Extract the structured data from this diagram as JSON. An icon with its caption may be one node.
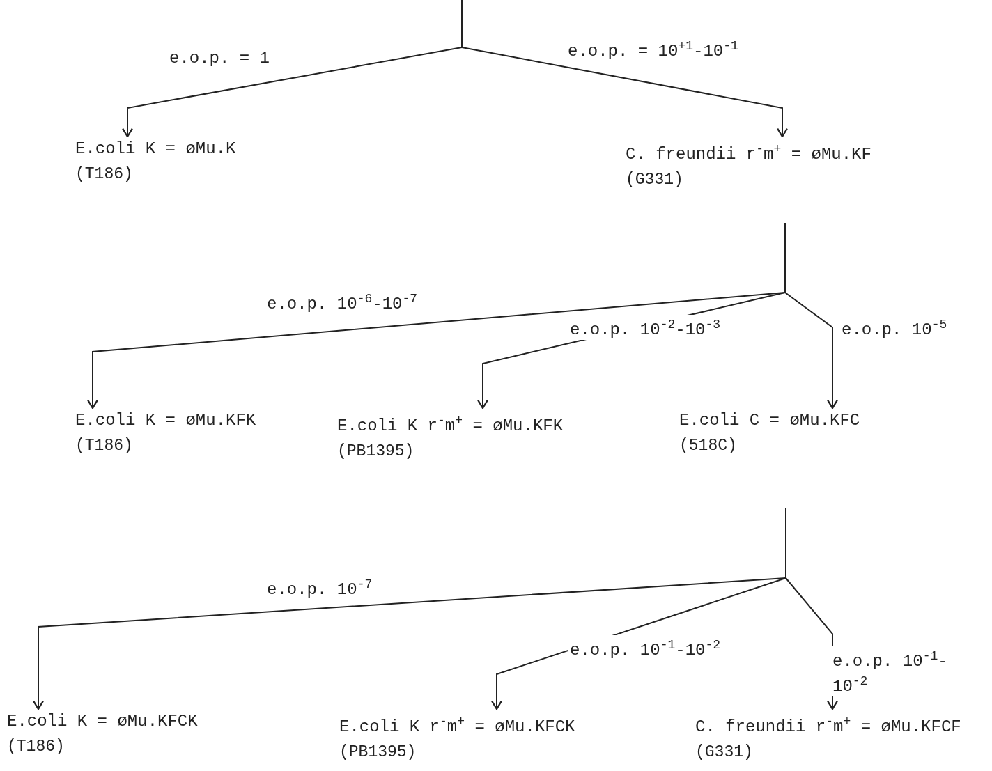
{
  "diagram": {
    "nodes": [
      {
        "text": [
          "E.coli K = øMu.K",
          "(T186)"
        ]
      },
      {
        "text": [
          "C. freundii r$^{-}$m$^{+}$ = øMu.KF",
          "(G331)"
        ]
      },
      {
        "text": [
          "E.coli K = øMu.KFK",
          "(T186)"
        ]
      },
      {
        "text": [
          "E.coli K r$^{-}$m$^{+}$ = øMu.KFK",
          "(PB1395)"
        ]
      },
      {
        "text": [
          "E.coli C = øMu.KFC",
          "(518C)"
        ]
      },
      {
        "text": [
          "E.coli K = øMu.KFCK",
          "(T186)"
        ]
      },
      {
        "text": [
          "E.coli K r$^{-}$m$^{+}$ = øMu.KFCK",
          "(PB1395)"
        ]
      },
      {
        "text": [
          "C. freundii r$^{-}$m$^{+}$ = øMu.KFCF",
          "(G331)"
        ]
      }
    ],
    "edges": [
      {
        "from": null,
        "to": 0,
        "arrow": "to",
        "label": "e.o.p. = 1"
      },
      {
        "from": null,
        "to": 1,
        "arrow": "to",
        "label": "e.o.p. = 10$^{+1}$-10$^{-1}$"
      },
      {
        "from": null,
        "to": 2,
        "arrow": "to",
        "label": "e.o.p. 10$^{-6}$-10$^{-7}$"
      },
      {
        "from": null,
        "to": 3,
        "arrow": "to",
        "label": "e.o.p. 10$^{-2}$-10$^{-3}$"
      },
      {
        "from": null,
        "to": 4,
        "arrow": "to",
        "label": "e.o.p. 10$^{-5}$"
      },
      {
        "from": null,
        "to": 5,
        "arrow": "to",
        "label": "e.o.p. 10$^{-7}$"
      },
      {
        "from": null,
        "to": 6,
        "arrow": "to",
        "label": "e.o.p. 10$^{-1}$-10$^{-2}$"
      },
      {
        "from": null,
        "to": 7,
        "arrow": "to",
        "label": "e.o.p. 10$^{-1}$-10$^{-2}$"
      }
    ]
  }
}
